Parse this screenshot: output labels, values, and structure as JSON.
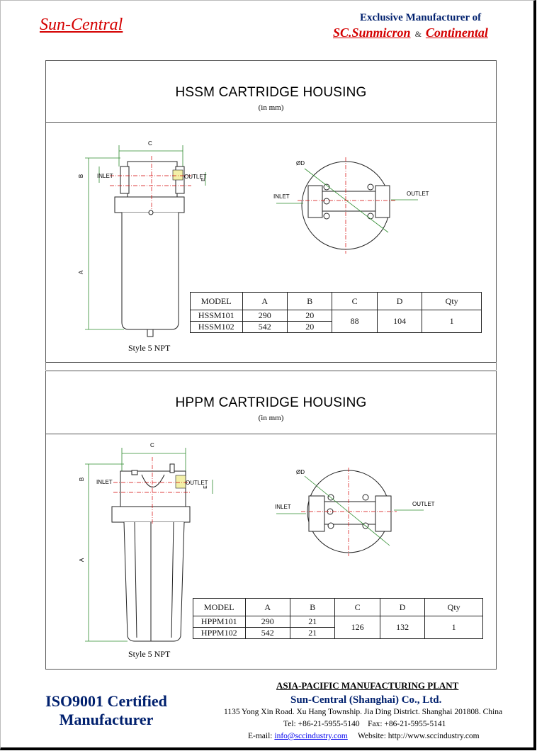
{
  "header": {
    "brand": "Sun-Central",
    "exclusive": "Exclusive Manufacturer of",
    "brand_a": "SC.Sunmicron",
    "amp": "&",
    "brand_b": "Continental"
  },
  "sheets": [
    {
      "title": "HSSM CARTRIDGE HOUSING",
      "unit": "(in mm)",
      "style_label": "Style 5 NPT",
      "labels": {
        "inlet": "INLET",
        "outlet": "OUTLET",
        "dim_a": "A",
        "dim_b": "B",
        "dim_c": "C",
        "dim_d": "ØD",
        "dim_e": "E"
      },
      "table": {
        "headers": [
          "MODEL",
          "A",
          "B",
          "C",
          "D",
          "Qty"
        ],
        "rows": [
          {
            "model": "HSSM101",
            "a": "290",
            "b": "20"
          },
          {
            "model": "HSSM102",
            "a": "542",
            "b": "20"
          }
        ],
        "c": "88",
        "d": "104",
        "qty": "1"
      }
    },
    {
      "title": "HPPM CARTRIDGE HOUSING",
      "unit": "(in mm)",
      "style_label": "Style 5 NPT",
      "labels": {
        "inlet": "INLET",
        "outlet": "OUTLET",
        "dim_a": "A",
        "dim_b": "B",
        "dim_c": "C",
        "dim_d": "ØD",
        "dim_e": "E"
      },
      "table": {
        "headers": [
          "MODEL",
          "A",
          "B",
          "C",
          "D",
          "Qty"
        ],
        "rows": [
          {
            "model": "HPPM101",
            "a": "290",
            "b": "21"
          },
          {
            "model": "HPPM102",
            "a": "542",
            "b": "21"
          }
        ],
        "c": "126",
        "d": "132",
        "qty": "1"
      }
    }
  ],
  "footer": {
    "iso_line1": "ISO9001 Certified",
    "iso_line2": "Manufacturer",
    "plant": "ASIA-PACIFIC MANUFACTURING PLANT",
    "company": "Sun-Central (Shanghai) Co., Ltd.",
    "address": "1135 Yong Xin Road. Xu Hang Township.  Jia Ding District. Shanghai 201808. China",
    "tel": "Tel: +86-21-5955-5140",
    "fax": "Fax: +86-21-5955-5141",
    "email_label": "E-mail:",
    "email": "info@sccindustry.com",
    "website_label": "Website:",
    "website": "http://www.sccindustry.com"
  },
  "colors": {
    "brand_red": "#d40000",
    "navy": "#00206e",
    "dim_green": "#2e8b2e",
    "center_red": "#d40000"
  }
}
